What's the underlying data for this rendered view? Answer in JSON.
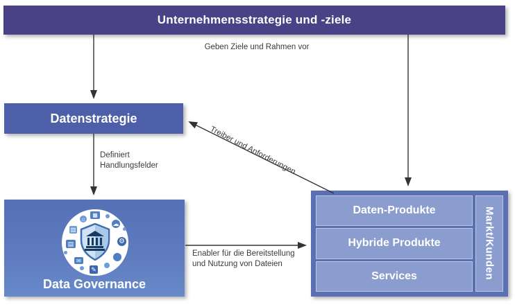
{
  "boxes": {
    "title_bar": {
      "label": "Unternehmensstrategie und -ziele"
    },
    "datenstrategie": {
      "label": "Datenstrategie"
    },
    "data_governance": {
      "label": "Data Governance"
    },
    "products": {
      "rows": [
        {
          "label": "Daten-Produkte"
        },
        {
          "label": "Hybride Produkte"
        },
        {
          "label": "Services"
        }
      ],
      "side_label": "Markt/Kunden"
    }
  },
  "edge_labels": {
    "geben_ziele": "Geben Ziele und Rahmen vor",
    "definiert_line1": "Definiert",
    "definiert_line2": "Handlungsfelder",
    "treiber": "Treiber und Anforderungen",
    "enabler_line1": "Enabler für die Bereitstellung",
    "enabler_line2": "und Nutzung von Dateien"
  },
  "governance_illustration": {
    "center_icon": "shield-with-bank-icon",
    "ring_glyphs": {
      "monitor": "▦",
      "cloud": "☁",
      "gear": "⚙",
      "envelope": "✉",
      "folder": "▤",
      "chart": "▥",
      "home": "⌂",
      "pencil": "✎"
    }
  },
  "colors": {
    "title_bar": "#4a4287",
    "datenstrategie": "#4d5fa8",
    "governance_top": "#5571b6",
    "governance_bottom": "#688ac9",
    "products_outer": "#5a70b0",
    "products_row": "#8b9ccf",
    "row_border": "#b9c4e6",
    "arrow": "#333333",
    "label_text": "#3b3b3b"
  }
}
